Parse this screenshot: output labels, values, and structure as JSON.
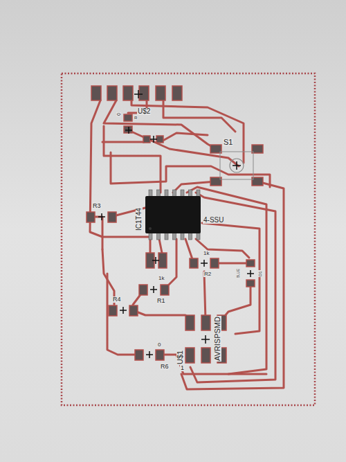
{
  "diagram": {
    "labels": [
      "0",
      "U$2",
      "R",
      "S1",
      "R3",
      "IC1T44",
      "4-SSU",
      "1k",
      "R2",
      "BLUE",
      "D1",
      "1k",
      "R1",
      "R4",
      "AVRISPSMD",
      "U$1",
      "1",
      "0",
      "R6"
    ]
  }
}
